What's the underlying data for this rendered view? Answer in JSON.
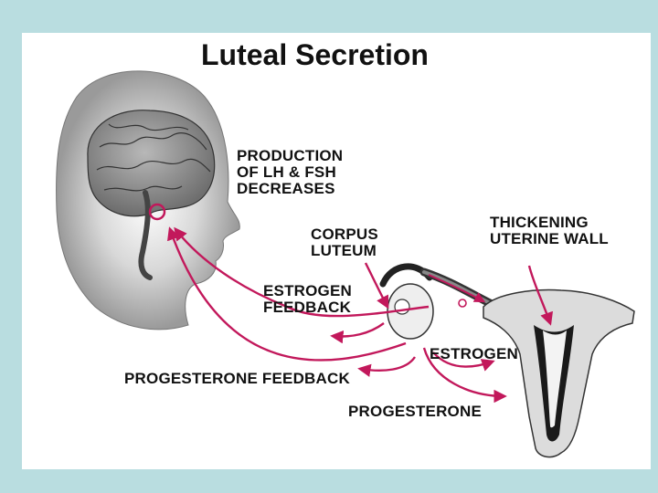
{
  "title": "Luteal Secretion",
  "labels": {
    "production_line1": "PRODUCTION",
    "production_line2": "OF LH & FSH",
    "production_line3": "DECREASES",
    "corpus_line1": "CORPUS",
    "corpus_line2": "LUTEUM",
    "thickening_line1": "THICKENING",
    "thickening_line2": "UTERINE WALL",
    "estrogen_feedback_line1": "ESTROGEN",
    "estrogen_feedback_line2": "FEEDBACK",
    "estrogen": "ESTROGEN",
    "progesterone_feedback": "PROGESTERONE FEEDBACK",
    "progesterone": "PROGESTERONE"
  },
  "colors": {
    "background": "#b9dde0",
    "arrow": "#c2185b",
    "ink": "#111111"
  },
  "icons": {
    "head": "head-silhouette",
    "brain": "brain",
    "ovary": "ovary",
    "uterus": "uterus"
  }
}
